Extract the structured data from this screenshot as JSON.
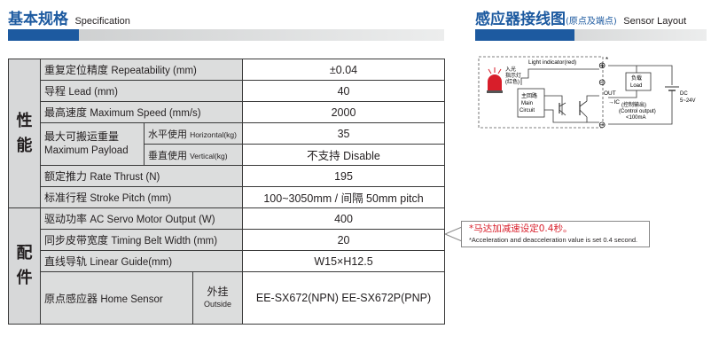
{
  "left_header": {
    "cn": "基本规格",
    "en": "Specification"
  },
  "right_header": {
    "cn": "感应器接线图",
    "sm": "(原点及端点)",
    "en": "Sensor Layout"
  },
  "table": {
    "group1": "性\n能",
    "group2": "配\n件",
    "rows": {
      "repeatability": {
        "cn": "重复定位精度",
        "en": "Repeatability (mm)",
        "value": "±0.04"
      },
      "lead": {
        "cn": "导程",
        "en": "Lead (mm)",
        "value": "40"
      },
      "speed": {
        "cn": "最高速度",
        "en": "Maximum Speed (mm/s)",
        "value": "2000"
      },
      "payload": {
        "cn": "最大可搬运重量",
        "en": "Maximum Payload",
        "h_cn": "水平使用",
        "h_en": "Horizontal(kg)",
        "h_value": "35",
        "v_cn": "垂直使用",
        "v_en": "Vertical(kg)",
        "v_value": "不支持 Disable"
      },
      "thrust": {
        "cn": "额定推力",
        "en": "Rate Thrust (N)",
        "value": "195"
      },
      "stroke": {
        "cn": "标准行程",
        "en": "Stroke Pitch (mm)",
        "value": "100~3050mm / 间隔 50mm pitch"
      },
      "motor": {
        "cn": "驱动功率",
        "en": "AC Servo Motor Output (W)",
        "value": "400"
      },
      "belt": {
        "cn": "同步皮带宽度",
        "en": "Timing Belt Width (mm)",
        "value": "20"
      },
      "guide": {
        "cn": "直线导轨",
        "en": "Linear Guide(mm)",
        "value": "W15×H12.5"
      },
      "sensor": {
        "cn": "原点感应器",
        "en": "Home Sensor",
        "sub_cn": "外挂",
        "sub_en": "Outside",
        "value": "EE-SX672(NPN)  EE-SX672P(PNP)"
      }
    }
  },
  "callout": {
    "cn": "*马达加减速设定0.4秒。",
    "en": "*Acceleration and deacceleration value is set 0.4 second."
  },
  "diagram": {
    "light_indicator": "Light indicator(red)",
    "indicator_cn_1": "入光",
    "indicator_cn_2": "指示灯",
    "indicator_cn_3": "(红色)",
    "main_circuit_cn": "主回路",
    "main_circuit_en_1": "Main",
    "main_circuit_en_2": "Circuit",
    "plus": "⊕",
    "minus": "⊖",
    "star": "*",
    "out": "OUT",
    "ic": "→IC",
    "load_cn": "负载",
    "load_en": "Load",
    "control_cn": "(控制输出)",
    "control_en": "(Control output)",
    "current": "<100mA",
    "dc_1": "DC",
    "dc_2": "5~24V",
    "accent": "#1d5aa0",
    "lamp_red": "#d81e2a"
  }
}
